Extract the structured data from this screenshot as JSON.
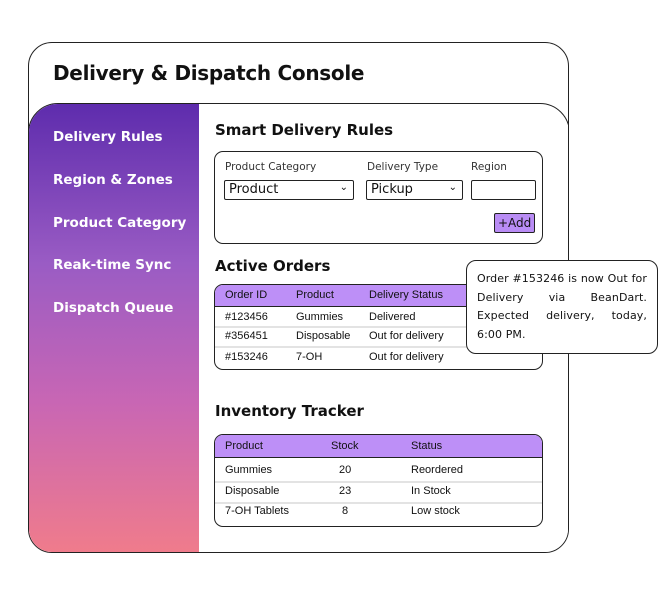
{
  "app_title": "Delivery & Dispatch Console",
  "sidebar": {
    "items": [
      {
        "label": "Delivery Rules"
      },
      {
        "label": "Region & Zones"
      },
      {
        "label": "Product Category"
      },
      {
        "label": "Reak-time Sync"
      },
      {
        "label": "Dispatch Queue"
      }
    ]
  },
  "rules": {
    "heading": "Smart Delivery Rules",
    "product_category_label": "Product Category",
    "product_category_value": "Product",
    "delivery_type_label": "Delivery Type",
    "delivery_type_value": "Pickup",
    "region_label": "Region",
    "region_value": "",
    "add_label": "+Add"
  },
  "orders": {
    "heading": "Active Orders",
    "columns": [
      "Order ID",
      "Product",
      "Delivery Status"
    ],
    "rows": [
      [
        "#123456",
        "Gummies",
        "Delivered"
      ],
      [
        "#356451",
        "Disposable",
        "Out for delivery"
      ],
      [
        "#153246",
        "7-OH",
        "Out for delivery"
      ]
    ]
  },
  "notification": {
    "text": "Order #153246 is now Out for Delivery via BeanDart. Expected delivery, today, 6:00 PM."
  },
  "inventory": {
    "heading": "Inventory Tracker",
    "columns": [
      "Product",
      "Stock",
      "Status"
    ],
    "rows": [
      [
        "Gummies",
        "20",
        "Reordered"
      ],
      [
        "Disposable",
        "23",
        "In Stock"
      ],
      [
        "7-OH Tablets",
        "8",
        "Low stock"
      ]
    ]
  },
  "colors": {
    "accent": "#bd8ff7",
    "sidebar_top": "#5e2cad",
    "sidebar_bottom": "#f27d89"
  }
}
